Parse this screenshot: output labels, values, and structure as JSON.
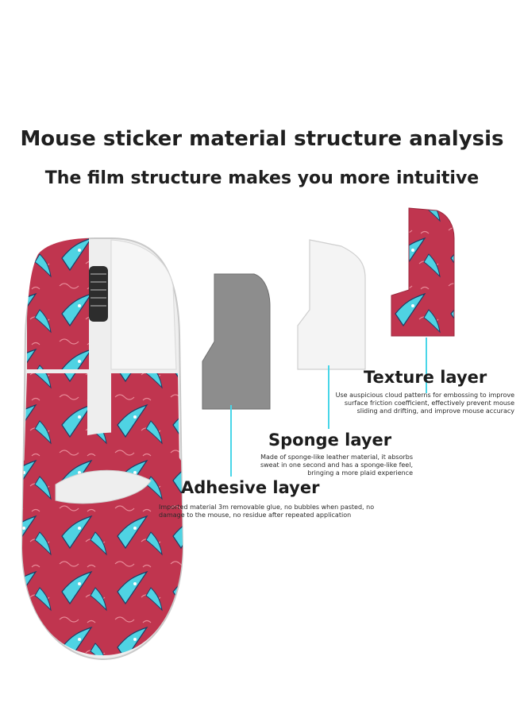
{
  "title": "Mouse sticker material structure analysis",
  "subtitle": "The film structure makes you more intuitive",
  "layers": {
    "texture": {
      "name": "Texture layer",
      "description": "Use auspicious cloud patterns for embossing to improve surface friction coefficient, effectively prevent mouse sliding and drifting, and improve mouse accuracy"
    },
    "sponge": {
      "name": "Sponge layer",
      "description": "Made of sponge-like leather material, it absorbs sweat in one second and has a sponge-like feel, bringing a more plaid experience"
    },
    "adhesive": {
      "name": "Adhesive layer",
      "description": "Imported material 3m removable glue, no bubbles when pasted, no damage to the mouse, no residue after repeated application"
    }
  },
  "colors": {
    "pattern_red": "#c0354f",
    "pattern_blue": "#4fd3e3",
    "sponge_gray": "#8d8d8d",
    "leader_line": "#49d6e8"
  }
}
